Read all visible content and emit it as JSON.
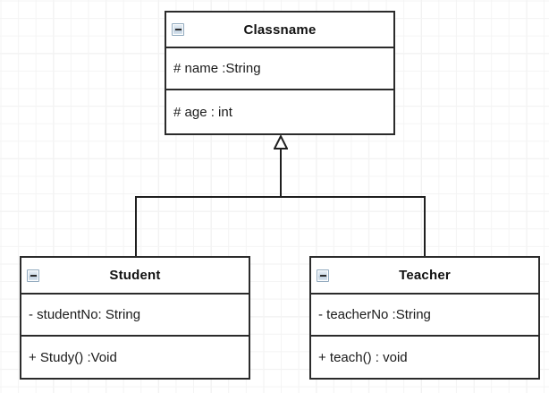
{
  "diagram": {
    "type": "uml-class-diagram",
    "relationship": "generalization",
    "classes": [
      {
        "id": "classname",
        "name": "Classname",
        "collapse_icon": "minus-box-icon",
        "attributes": [
          "# name :String"
        ],
        "operations": [
          "# age : int"
        ]
      },
      {
        "id": "student",
        "name": "Student",
        "collapse_icon": "minus-box-icon",
        "attributes": [
          "- studentNo: String"
        ],
        "operations": [
          "+ Study() :Void"
        ]
      },
      {
        "id": "teacher",
        "name": "Teacher",
        "collapse_icon": "minus-box-icon",
        "attributes": [
          "- teacherNo :String"
        ],
        "operations": [
          "+ teach() : void"
        ]
      }
    ]
  },
  "colors": {
    "border": "#2b2b2b",
    "text": "#111111",
    "connector": "#1f1f1f",
    "canvas": "#ffffff",
    "grid_minor": "#f4f4f4",
    "grid_major": "#e2e2e2"
  }
}
